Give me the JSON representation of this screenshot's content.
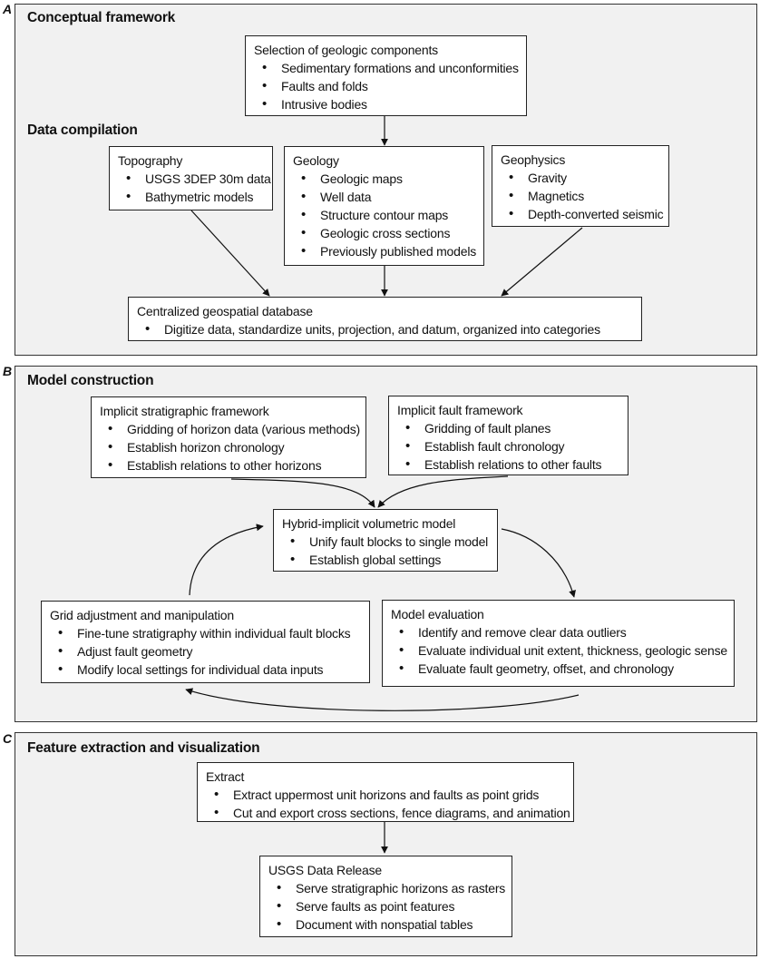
{
  "panel_a": {
    "letter": "A",
    "heading": "Conceptual framework",
    "subheading": "Data compilation",
    "selection": {
      "title": "Selection of geologic components",
      "items": [
        "Sedimentary formations and unconformities",
        "Faults and folds",
        "Intrusive bodies"
      ]
    },
    "topography": {
      "title": "Topography",
      "items": [
        "USGS 3DEP 30m data",
        "Bathymetric models"
      ]
    },
    "geology": {
      "title": "Geology",
      "items": [
        "Geologic maps",
        "Well data",
        "Structure contour maps",
        "Geologic cross sections",
        "Previously published models"
      ]
    },
    "geophysics": {
      "title": "Geophysics",
      "items": [
        "Gravity",
        "Magnetics",
        "Depth-converted seismic"
      ]
    },
    "database": {
      "title": "Centralized geospatial database",
      "items": [
        "Digitize data, standardize units, projection, and datum, organized into categories"
      ]
    }
  },
  "panel_b": {
    "letter": "B",
    "heading": "Model construction",
    "strat": {
      "title": "Implicit stratigraphic framework",
      "items": [
        "Gridding of horizon data (various methods)",
        "Establish horizon chronology",
        "Establish relations to other horizons"
      ]
    },
    "fault": {
      "title": "Implicit fault framework",
      "items": [
        "Gridding of fault planes",
        "Establish fault chronology",
        "Establish relations to other faults"
      ]
    },
    "hybrid": {
      "title": "Hybrid-implicit volumetric model",
      "items": [
        "Unify fault blocks to single model",
        "Establish global settings"
      ]
    },
    "grid": {
      "title": "Grid adjustment and manipulation",
      "items": [
        "Fine-tune stratigraphy within individual fault blocks",
        "Adjust fault geometry",
        "Modify local settings for individual data inputs"
      ]
    },
    "evaluation": {
      "title": "Model evaluation",
      "items": [
        "Identify and remove clear data outliers",
        "Evaluate individual unit extent, thickness, geologic sense",
        "Evaluate fault geometry, offset, and chronology"
      ]
    }
  },
  "panel_c": {
    "letter": "C",
    "heading": "Feature extraction and visualization",
    "extract": {
      "title": "Extract",
      "items": [
        "Extract uppermost unit horizons and faults as point grids",
        "Cut and export cross sections, fence diagrams, and animation"
      ]
    },
    "release": {
      "title": "USGS Data Release",
      "items": [
        "Serve stratigraphic horizons as rasters",
        "Serve faults as point features",
        "Document with nonspatial tables"
      ]
    }
  }
}
